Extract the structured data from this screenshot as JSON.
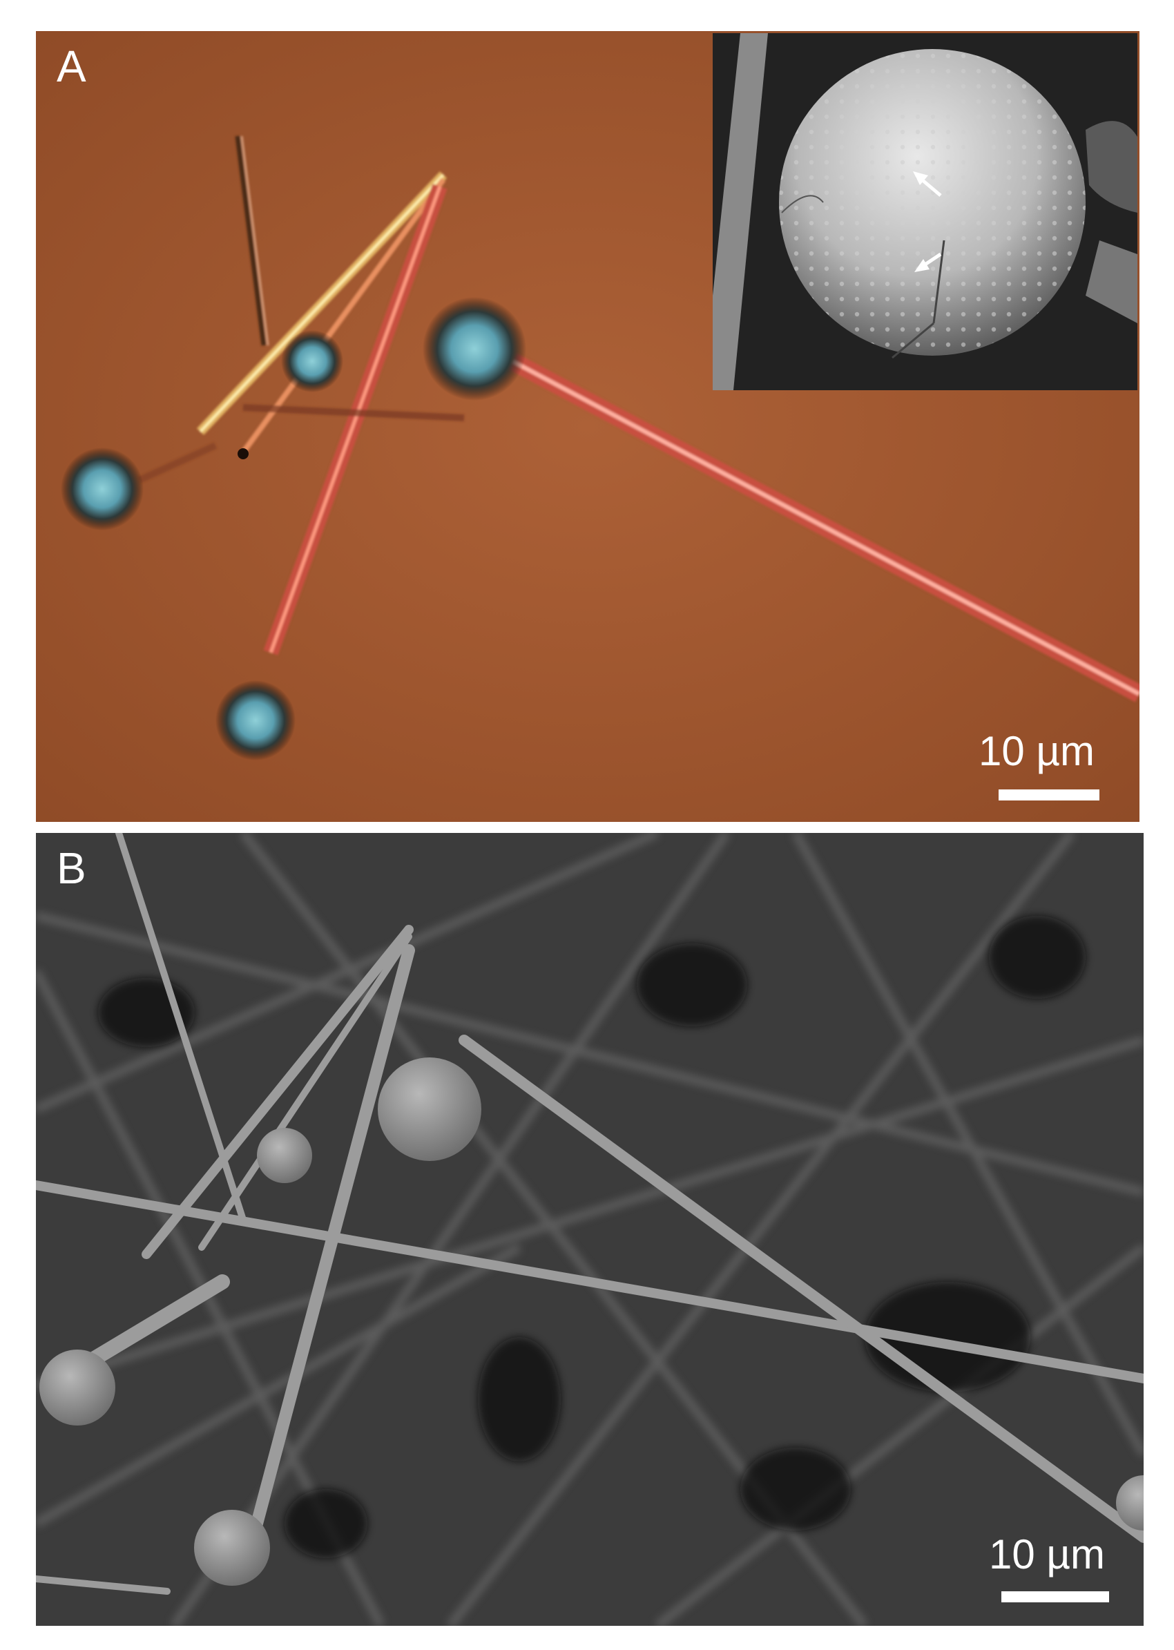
{
  "figure": {
    "panel_a": {
      "label": "A",
      "scale_bar_text": "10 µm",
      "colors": {
        "background": "#a45a32",
        "rod_highlight": "#f0a070",
        "bead": "#6fb8c8"
      }
    },
    "panel_b": {
      "label": "B",
      "scale_bar_text": "10 µm",
      "colors": {
        "background": "#3a3a3a",
        "fiber": "#a8a8a8"
      }
    }
  }
}
